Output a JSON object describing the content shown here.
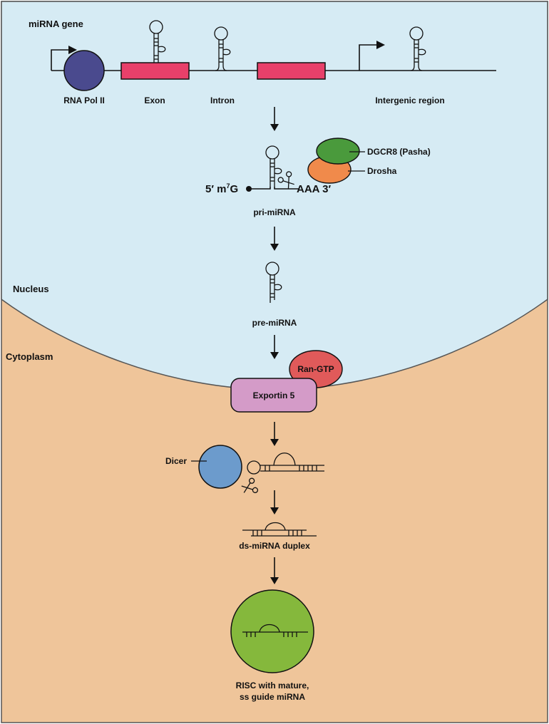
{
  "compartments": {
    "nucleus_label": "Nucleus",
    "cytoplasm_label": "Cytoplasm"
  },
  "gene": {
    "title": "miRNA gene",
    "rna_pol_label": "RNA Pol II",
    "exon_label": "Exon",
    "intron_label": "Intron",
    "intergenic_label": "Intergenic region"
  },
  "processing": {
    "dgcr8_label": "DGCR8 (Pasha)",
    "drosha_label": "Drosha",
    "cap_label": "5′ m",
    "cap_superscript": "7",
    "cap_suffix": "G",
    "polya_label": "AAA 3′",
    "pri_label": "pri-miRNA",
    "pre_label": "pre-miRNA"
  },
  "export": {
    "ran_label": "Ran-GTP",
    "exportin_label": "Exportin 5"
  },
  "cytoplasm": {
    "dicer_label": "Dicer",
    "duplex_label": "ds-miRNA duplex",
    "risc_label_line1": "RISC with mature,",
    "risc_label_line2": "ss guide miRNA"
  },
  "colors": {
    "nucleus": "#d6ebf4",
    "cytoplasm": "#efc59a",
    "rna_pol": "#4a4a8e",
    "exon": "#e8406a",
    "dgcr8": "#4a9a3c",
    "drosha": "#f08a4b",
    "ran_gtp": "#e05a5a",
    "exportin": "#d49bc8",
    "dicer": "#6c9bcc",
    "risc": "#85b83c"
  }
}
